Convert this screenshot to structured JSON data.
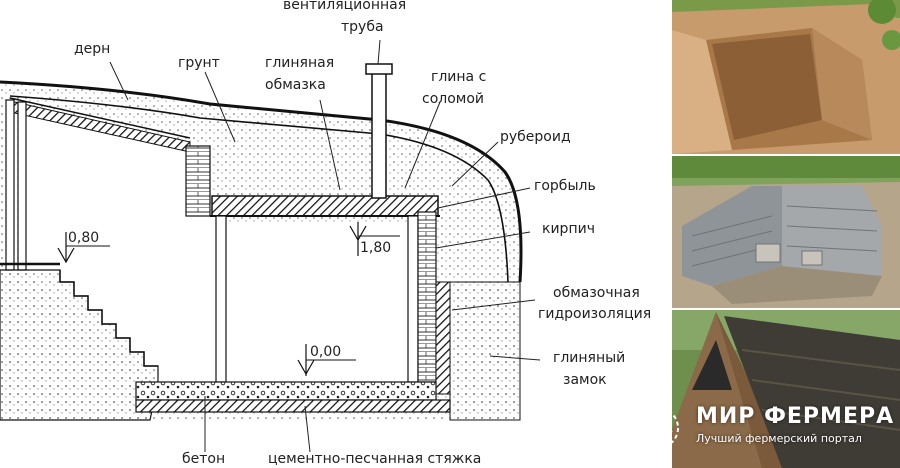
{
  "diagram": {
    "labels": {
      "vent_line1": "вентиляционная",
      "vent_line2": "труба",
      "sod": "дерн",
      "soil": "грунт",
      "clay_coat_line1": "глиняная",
      "clay_coat_line2": "обмазка",
      "clay_straw_line1": "глина с",
      "clay_straw_line2": "соломой",
      "roofing_felt": "рубероид",
      "slab": "горбыль",
      "brick": "кирпич",
      "coating_wp_line1": "обмазочная",
      "coating_wp_line2": "гидроизоляция",
      "clay_lock_line1": "глиняный",
      "clay_lock_line2": "замок",
      "concrete": "бетон",
      "screed": "цементно-песчанная стяжка"
    },
    "elevation_marks": {
      "stair_top": "0,80",
      "ceiling": "1,80",
      "floor": "0,00"
    }
  },
  "photos": [
    {
      "name": "excavated-pit",
      "dominant_color": "#b8895a"
    },
    {
      "name": "cinder-block-walls",
      "dominant_color": "#8f9498"
    },
    {
      "name": "gable-roof-cellar",
      "dominant_color": "#6b5a48"
    }
  ],
  "logo": {
    "title": "МИР ФЕРМЕРА",
    "subtitle": "Лучший фермерский портал"
  }
}
